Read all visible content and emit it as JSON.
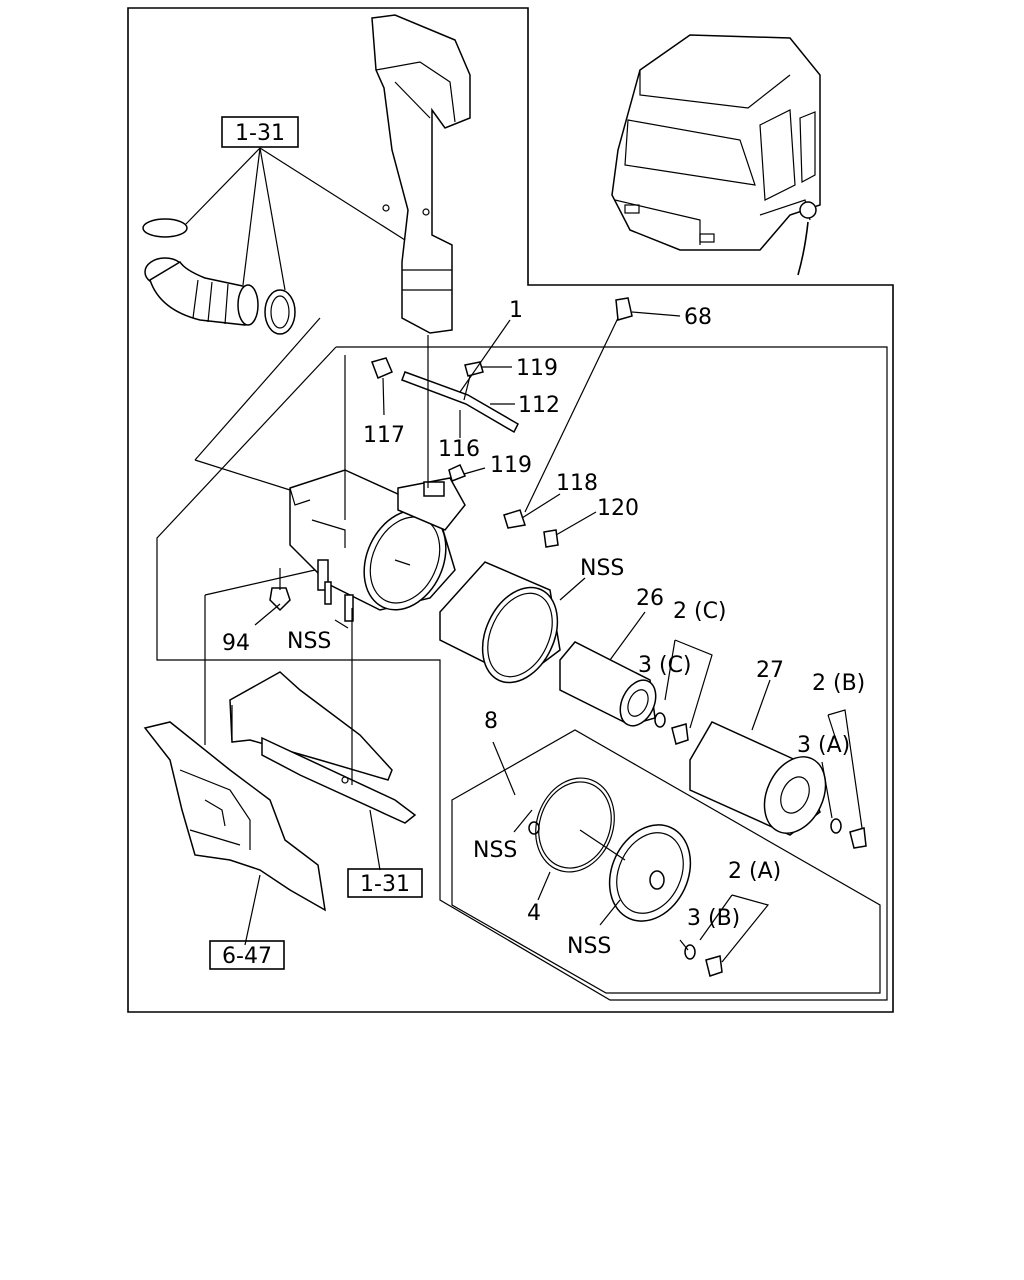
{
  "refs": {
    "ref_1_31_top": "1-31",
    "ref_1_31_bottom": "1-31",
    "ref_6_47": "6-47"
  },
  "labels": {
    "p1": "1",
    "p68": "68",
    "p119a": "119",
    "p112": "112",
    "p117": "117",
    "p116": "116",
    "p119b": "119",
    "p118": "118",
    "p120": "120",
    "nss_a": "NSS",
    "p26": "26",
    "p2c": "2 (C)",
    "p94": "94",
    "nss_b": "NSS",
    "p3c": "3 (C)",
    "p27": "27",
    "p2b": "2 (B)",
    "p8": "8",
    "p3a": "3 (A)",
    "nss_c": "NSS",
    "p2a": "2 (A)",
    "p4": "4",
    "p3b": "3 (B)",
    "nss_d": "NSS"
  }
}
